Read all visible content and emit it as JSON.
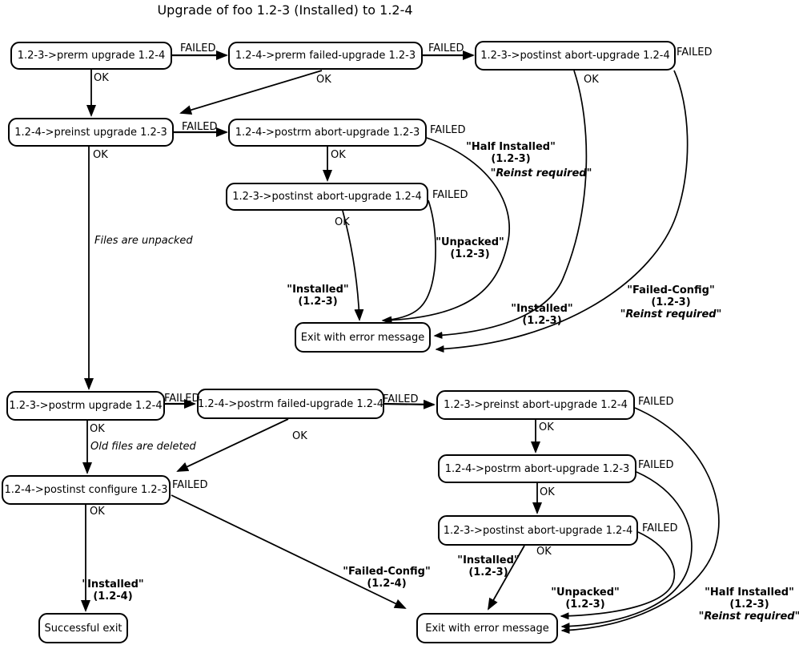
{
  "title": "Upgrade of foo 1.2-3 (Installed) to 1.2-4",
  "nodes": {
    "prerm_upgrade": "1.2-3->prerm upgrade 1.2-4",
    "prerm_failed_upgrade": "1.2-4->prerm failed-upgrade 1.2-3",
    "postinst_abort_top": "1.2-3->postinst abort-upgrade 1.2-4",
    "preinst_upgrade": "1.2-4->preinst upgrade 1.2-3",
    "postrm_abort_mid": "1.2-4->postrm abort-upgrade 1.2-3",
    "postinst_abort_mid": "1.2-3->postinst abort-upgrade 1.2-4",
    "exit_error_mid": "Exit with error message",
    "postrm_upgrade": "1.2-3->postrm upgrade 1.2-4",
    "postrm_failed_upgrade": "1.2-4->postrm failed-upgrade 1.2-4",
    "preinst_abort": "1.2-3->preinst abort-upgrade 1.2-4",
    "postinst_configure": "1.2-4->postinst configure 1.2-3",
    "postrm_abort_bottom": "1.2-4->postrm abort-upgrade 1.2-3",
    "postinst_abort_bottom": "1.2-3->postinst abort-upgrade 1.2-4",
    "successful_exit": "Successful exit",
    "exit_error_bottom": "Exit with error message"
  },
  "labels": {
    "ok": "OK",
    "failed": "FAILED"
  },
  "annotations": {
    "files_unpacked": "Files are unpacked",
    "old_files_deleted": "Old files are deleted"
  },
  "states": {
    "installed_123": {
      "name": "\"Installed\"",
      "version": "(1.2-3)"
    },
    "installed_124": {
      "name": "\"Installed\"",
      "version": "(1.2-4)"
    },
    "unpacked_123": {
      "name": "\"Unpacked\"",
      "version": "(1.2-3)"
    },
    "half_installed_123": {
      "name": "\"Half Installed\"",
      "version": "(1.2-3)",
      "note": "\"Reinst required\""
    },
    "failed_config_123": {
      "name": "\"Failed-Config\"",
      "version": "(1.2-3)",
      "note": "\"Reinst required\""
    },
    "failed_config_124": {
      "name": "\"Failed-Config\"",
      "version": "(1.2-4)"
    }
  }
}
